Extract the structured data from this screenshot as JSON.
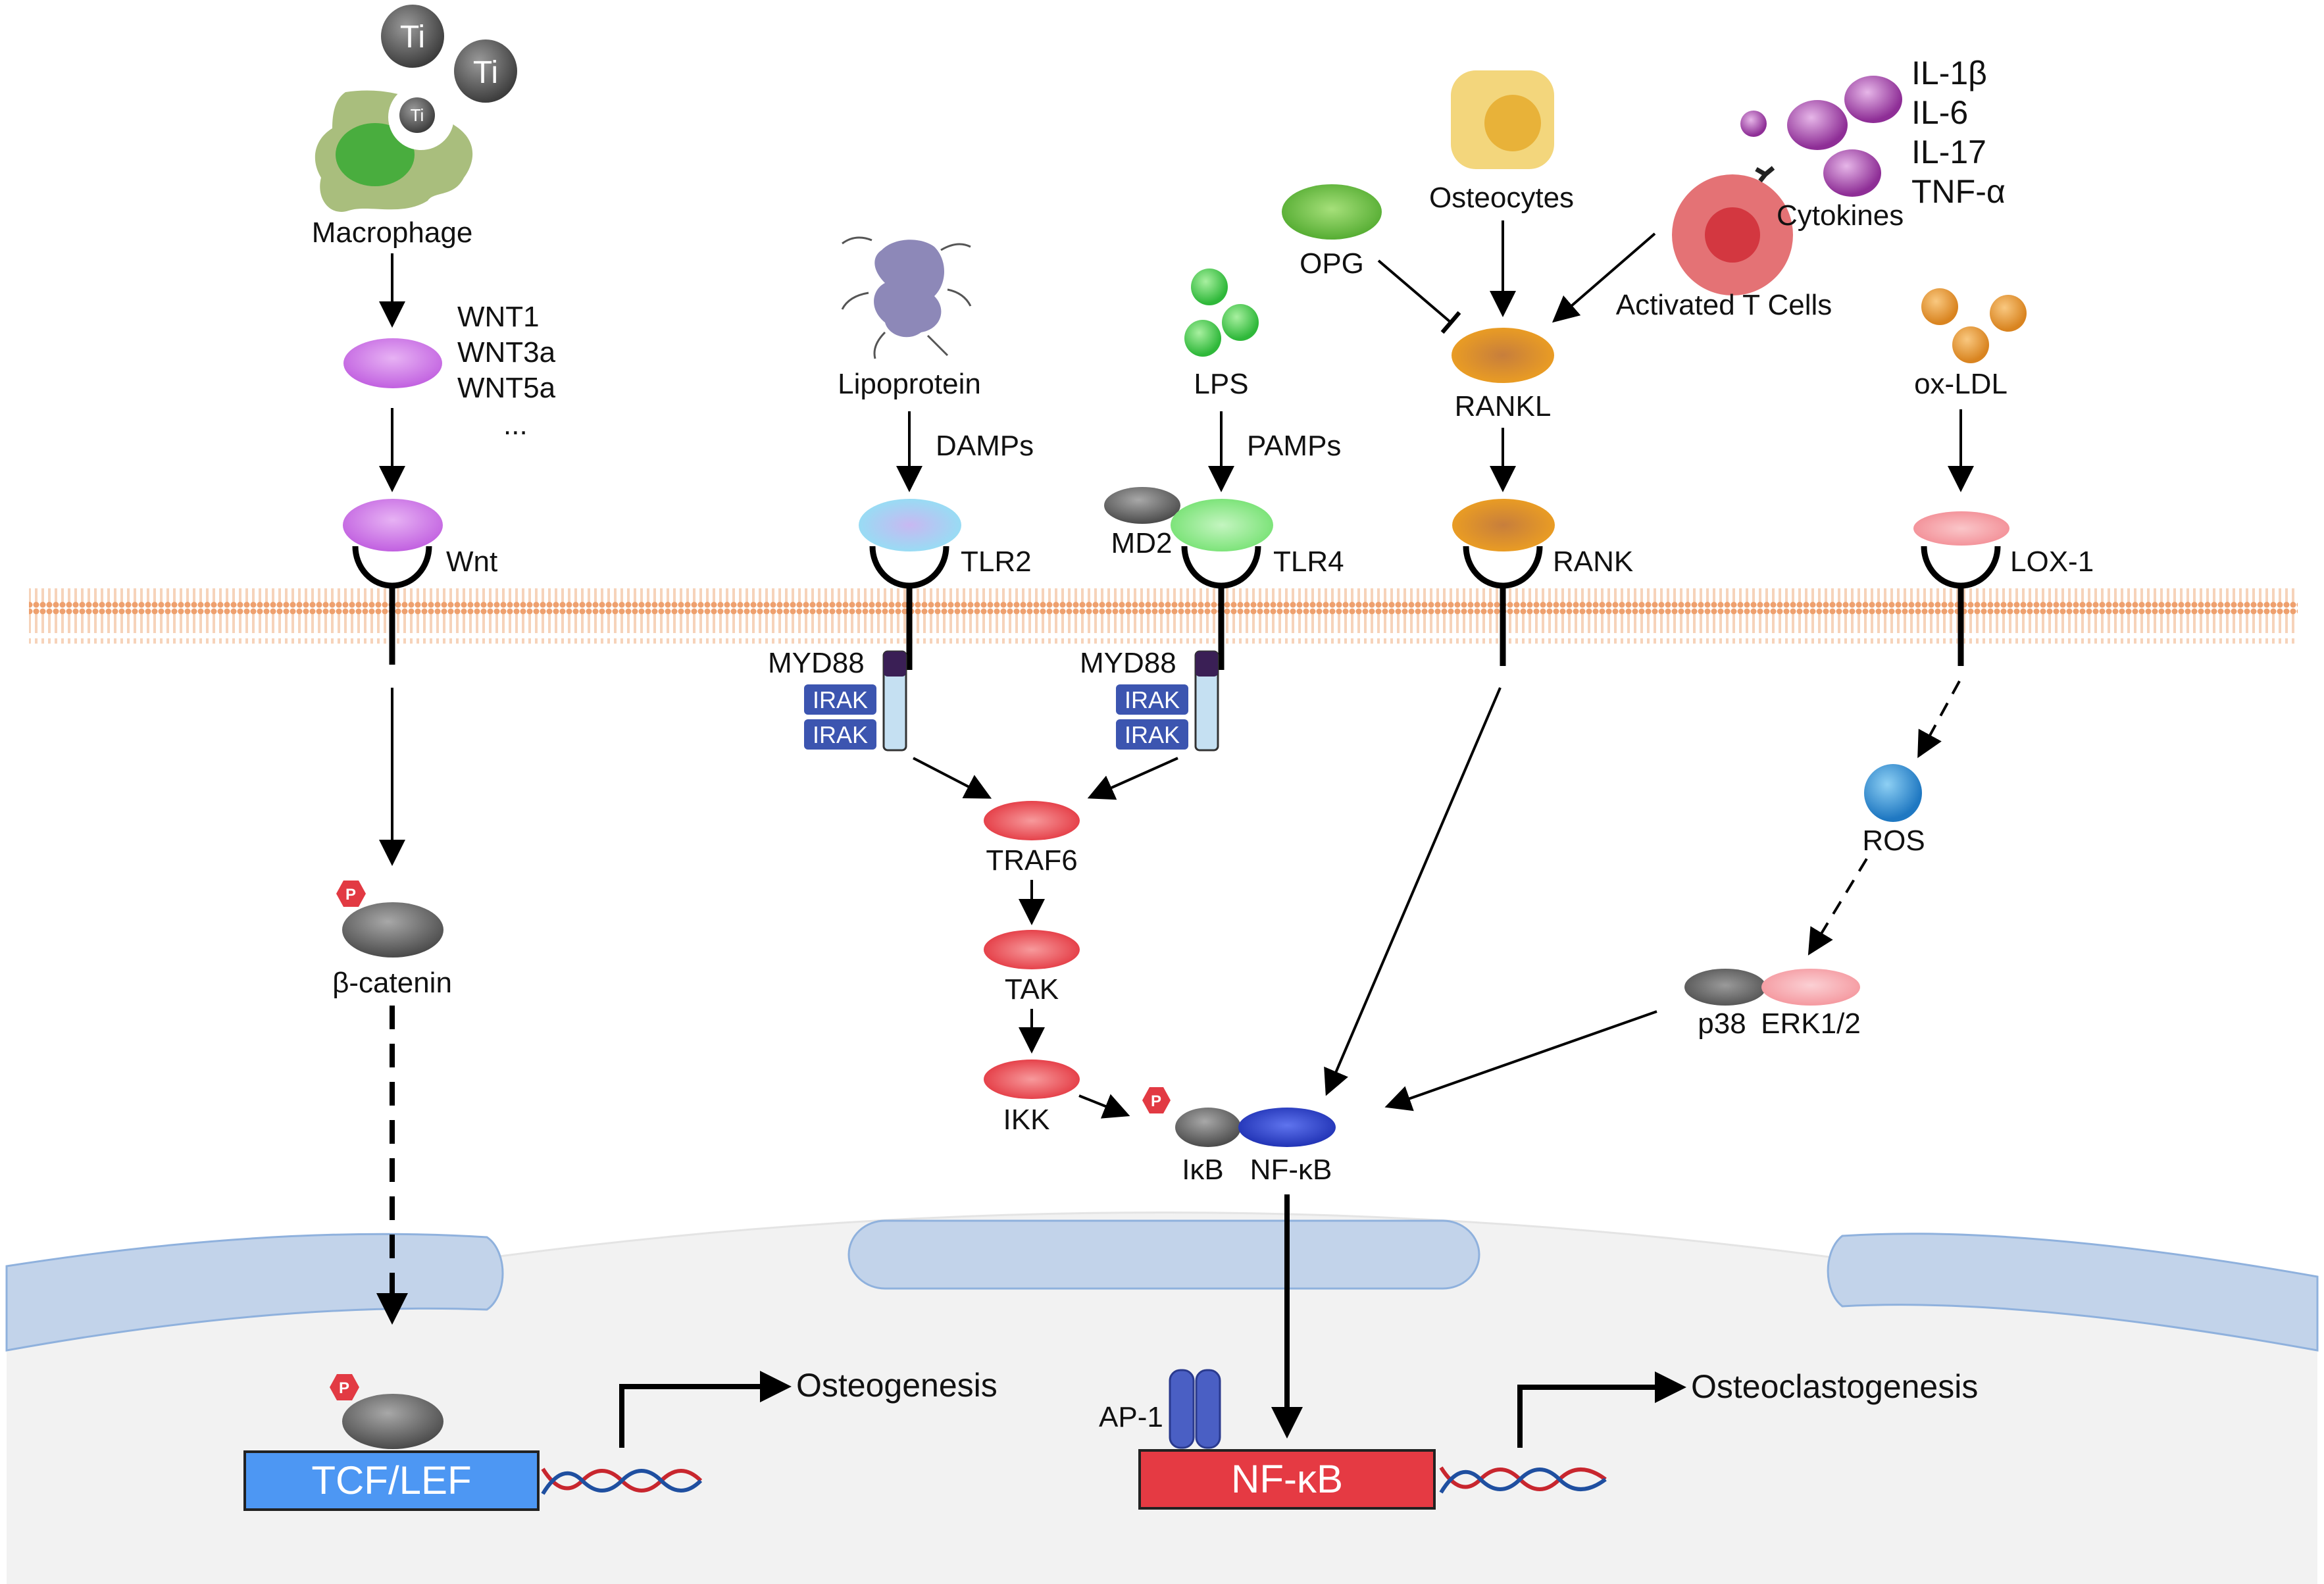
{
  "colors": {
    "membrane": "#f1a877",
    "membrane_dark": "#e0884f",
    "nucleus_fill": "#f2f2f2",
    "nuclear_pore": "#c2d3ea",
    "wnt": "#cc7ae6",
    "tlr2": "#9fd7f2",
    "tlr4": "#90e88f",
    "rank": "#e8972a",
    "lox1": "#f6a1a6",
    "traf": "#e8474d",
    "ikb": "#6d6d6d",
    "nfkb": "#2c3fc1",
    "irak": "#3c55b0",
    "tcf_box": "#4d97f3",
    "nfkb_box": "#e53a43",
    "ros": "#3a92d4",
    "cytokine": "#9b3ea3",
    "oxldl": "#e89a3c"
  },
  "icons": [
    "titanium-particle-icon",
    "macrophage-icon",
    "lipoprotein-icon",
    "osteocyte-icon",
    "t-cell-icon",
    "phosphate-icon",
    "dna-icon"
  ],
  "titanium": {
    "label": "Ti"
  },
  "macrophage": {
    "label": "Macrophage"
  },
  "wnt_ligands": [
    "WNT1",
    "WNT3a",
    "WNT5a",
    "..."
  ],
  "receptors": {
    "wnt": "Wnt",
    "tlr2": "TLR2",
    "tlr4": "TLR4",
    "md2": "MD2",
    "rank": "RANK",
    "lox1": "LOX-1"
  },
  "ligands": {
    "lipoprotein": "Lipoprotein",
    "damps": "DAMPs",
    "lps": "LPS",
    "pamps": "PAMPs",
    "opg": "OPG",
    "osteocytes": "Osteocytes",
    "rankl": "RANKL",
    "t_cells": "Activated T Cells",
    "cytokines": "Cytokines",
    "oxldl": "ox-LDL"
  },
  "cytokine_list": [
    "IL-1β",
    "IL-6",
    "IL-17",
    "TNF-α"
  ],
  "adaptors": {
    "myd88": "MYD88",
    "irak": "IRAK"
  },
  "signaling": {
    "traf6": "TRAF6",
    "tak": "TAK",
    "ikk": "IKK",
    "ikb": "IκB",
    "nfkb": "NF-κB",
    "ros": "ROS",
    "p38": "p38",
    "erk": "ERK1/2",
    "beta_catenin": "β-catenin",
    "phospho": "P"
  },
  "nucleus": {
    "tcf_lef": "TCF/LEF",
    "nfkb_box": "NF-κB",
    "ap1": "AP-1",
    "osteogenesis": "Osteogenesis",
    "osteoclastogenesis": "Osteoclastogenesis"
  }
}
